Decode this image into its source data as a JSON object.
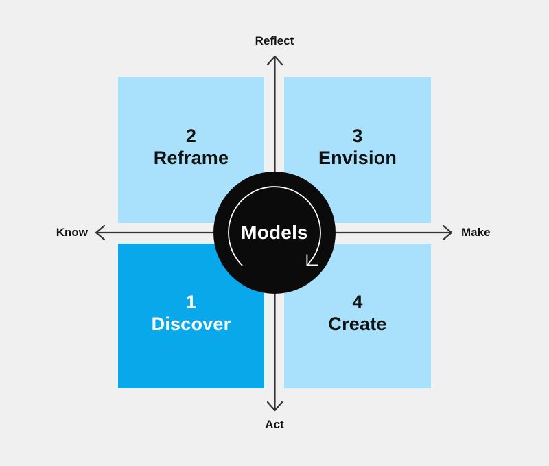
{
  "diagram": {
    "type": "quadrant-cycle-model",
    "axes": {
      "top": "Reflect",
      "bottom": "Act",
      "left": "Know",
      "right": "Make"
    },
    "center": {
      "label": "Models",
      "icon": "clockwise-cycle-arrow"
    },
    "quadrants": [
      {
        "number": "2",
        "label": "Reframe",
        "position": "top-left",
        "highlighted": false
      },
      {
        "number": "3",
        "label": "Envision",
        "position": "top-right",
        "highlighted": false
      },
      {
        "number": "1",
        "label": "Discover",
        "position": "bottom-left",
        "highlighted": true
      },
      {
        "number": "4",
        "label": "Create",
        "position": "bottom-right",
        "highlighted": false
      }
    ],
    "colors": {
      "background": "#f0f0f0",
      "quadrant_fill": "#a9e0fb",
      "quadrant_highlight_fill": "#09a8ea",
      "circle_fill": "#0b0b0b",
      "axis_line": "#333333",
      "text_dark": "#111111",
      "text_light": "#ffffff"
    }
  }
}
